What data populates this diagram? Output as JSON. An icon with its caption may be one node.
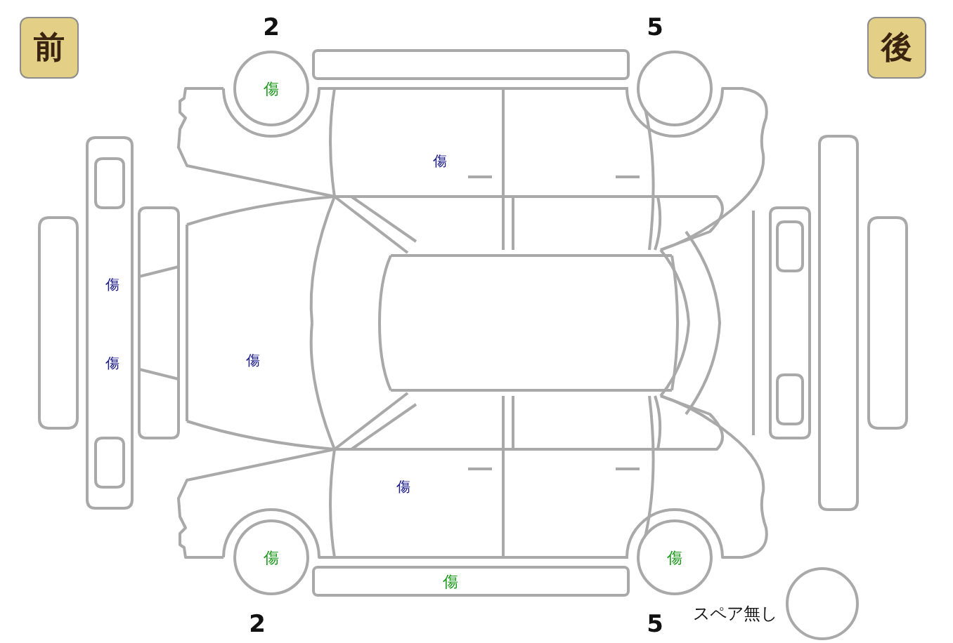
{
  "diagram": {
    "nodes": [
      {
        "text": [
          "前"
        ]
      },
      {
        "text": [
          "傷"
        ],
        "beside": [
          "2"
        ]
      },
      {
        "text": [],
        "shape": "bar"
      },
      {
        "text": [],
        "shape": "circle",
        "beside": [
          "5"
        ]
      },
      {
        "text": [
          "後"
        ]
      },
      {
        "text": [
          "傷"
        ],
        "beside": [
          "2"
        ]
      },
      {
        "text": [
          "傷"
        ]
      },
      {
        "text": [
          "傷"
        ],
        "beside": [
          "5"
        ]
      },
      {
        "text": [],
        "shape": "circle",
        "beside": [
          "スペア無し"
        ]
      }
    ],
    "labels": [
      "傷",
      "傷",
      "傷",
      "傷",
      "傷"
    ]
  }
}
